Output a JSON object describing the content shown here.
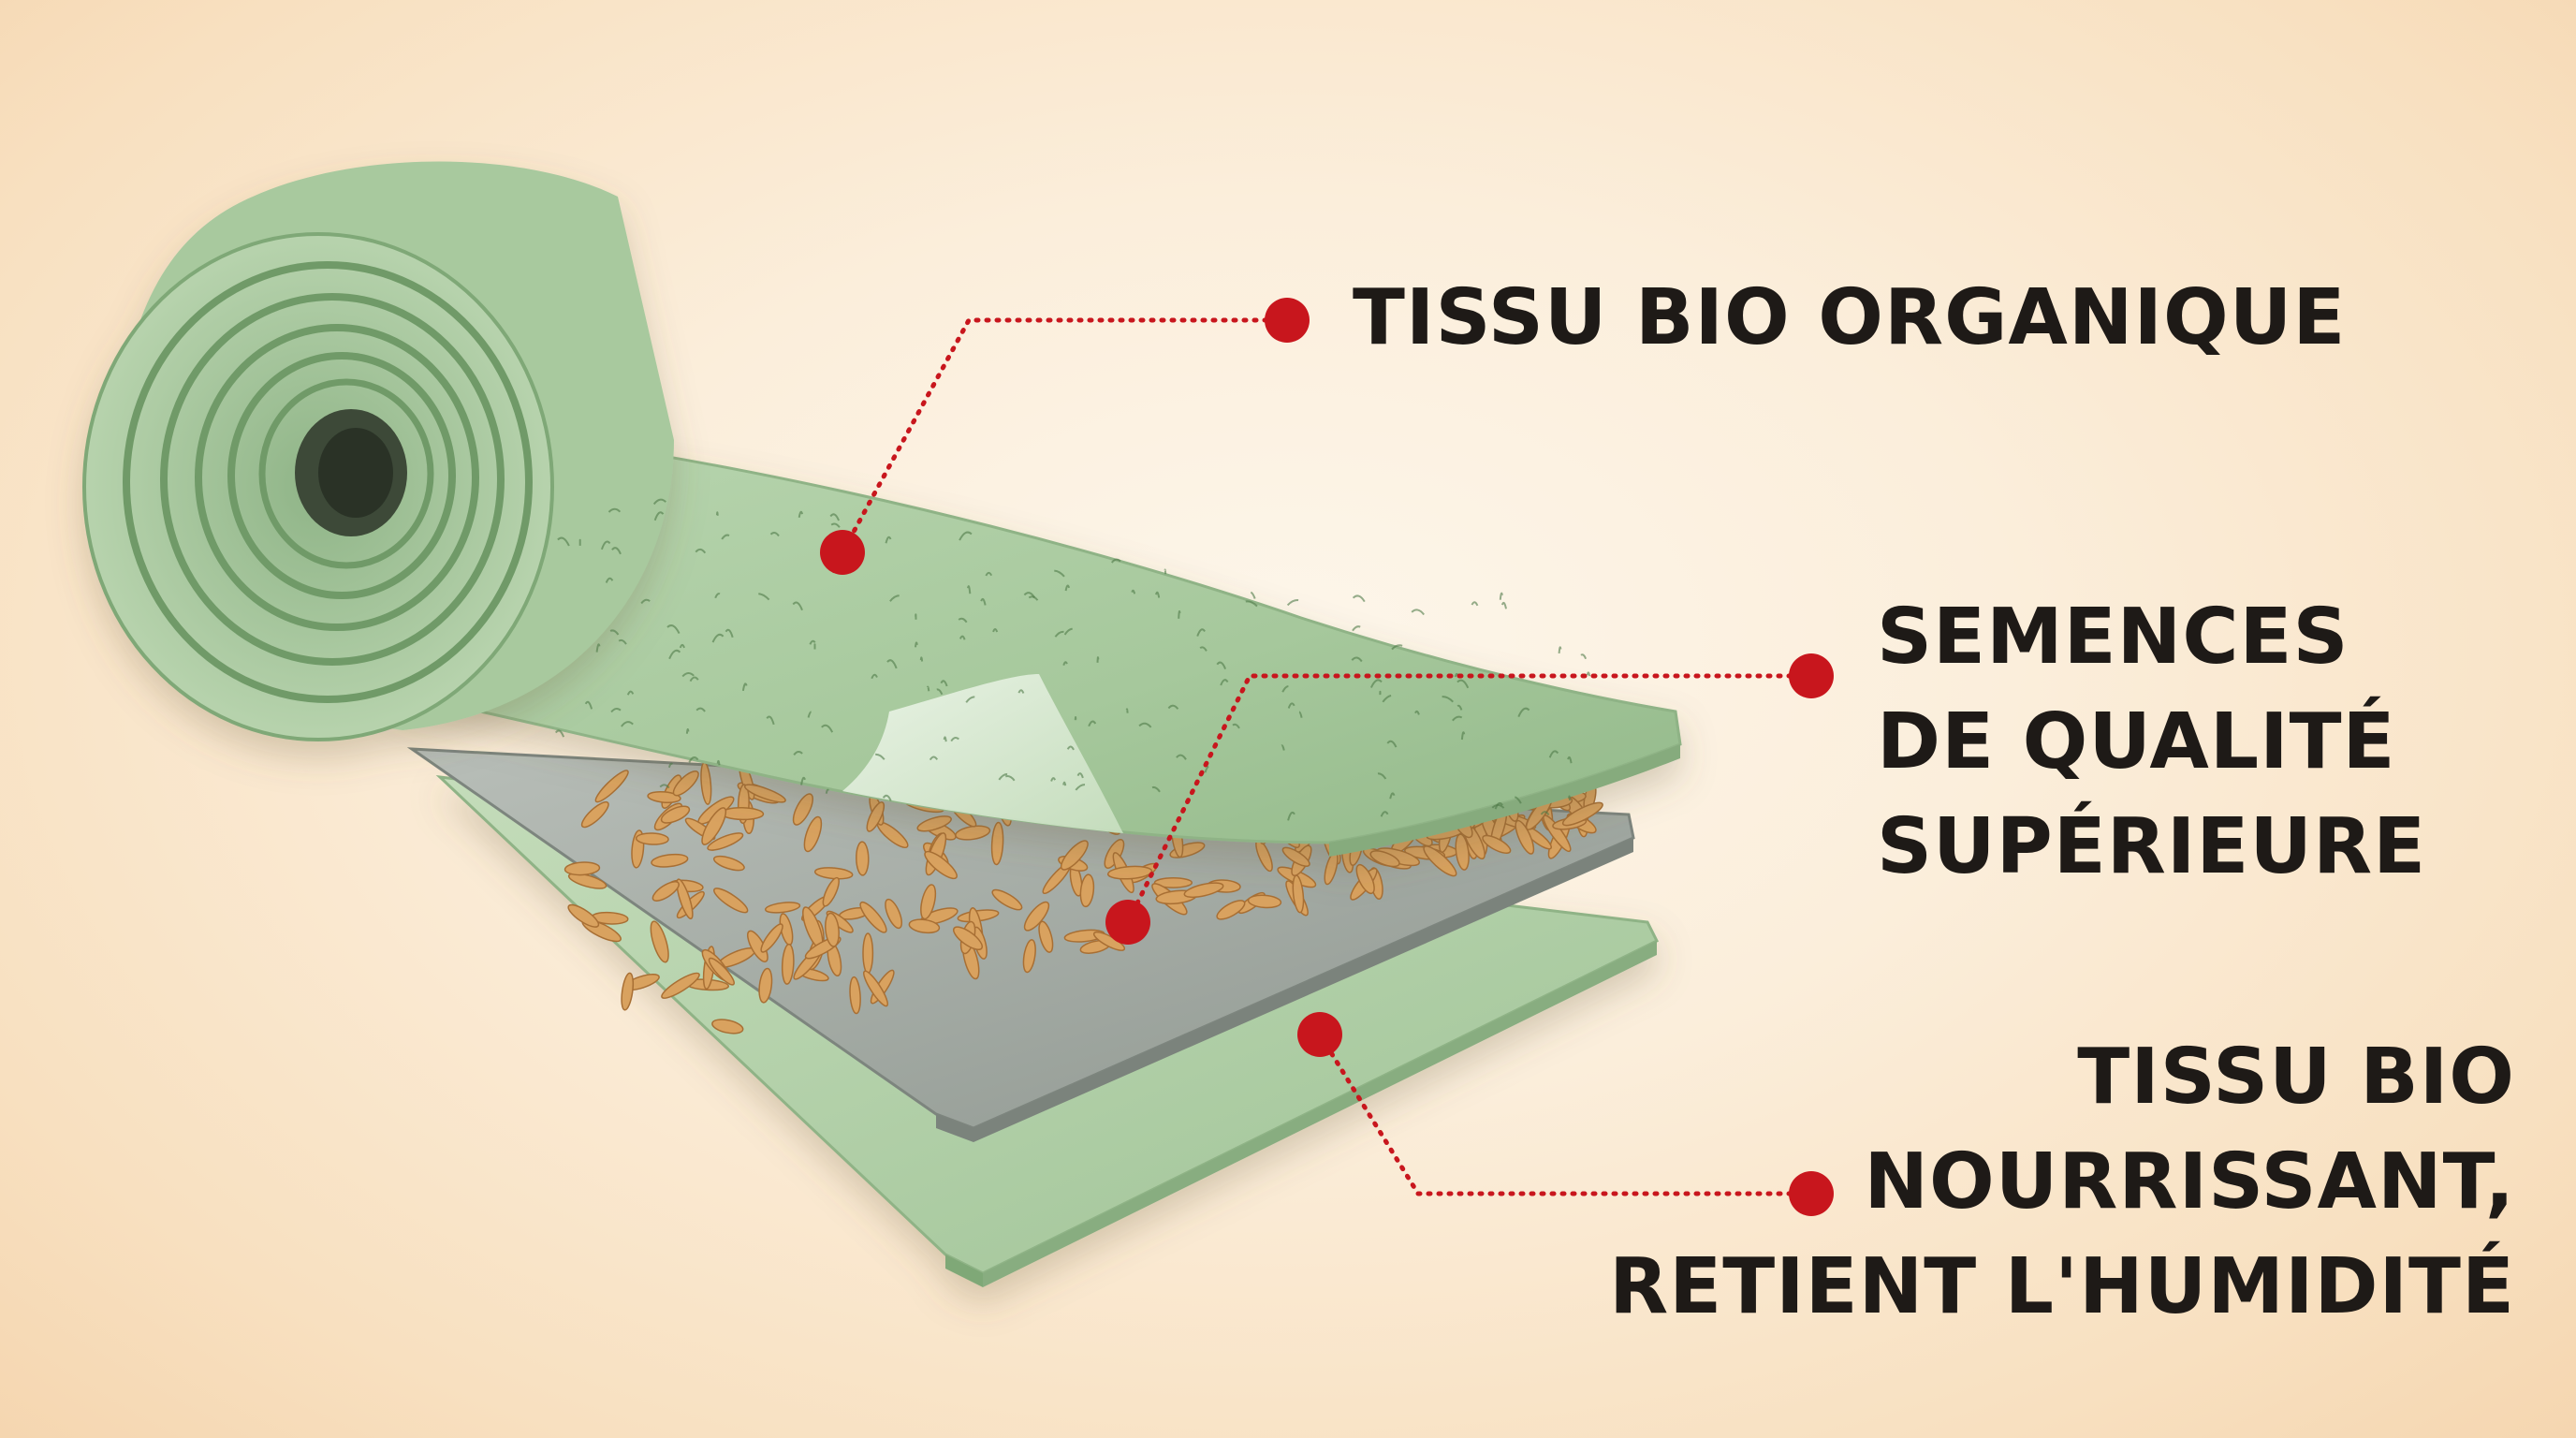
{
  "labels": {
    "top": {
      "lines": [
        "TISSU BIO ORGANIQUE"
      ]
    },
    "middle": {
      "lines": [
        "SEMENCES",
        "DE QUALITÉ",
        "SUPÉRIEURE"
      ]
    },
    "bottom": {
      "lines": [
        "TISSU BIO",
        "NOURRISSANT,",
        "RETIENT L'HUMIDITÉ"
      ]
    }
  },
  "colors": {
    "text": "#1e1a17",
    "marker": "#c8161d",
    "fabric": "#a9ca9f",
    "fabric_dark": "#7fa877",
    "substrate": "#a5aca6",
    "seed": "#d9a25f"
  }
}
